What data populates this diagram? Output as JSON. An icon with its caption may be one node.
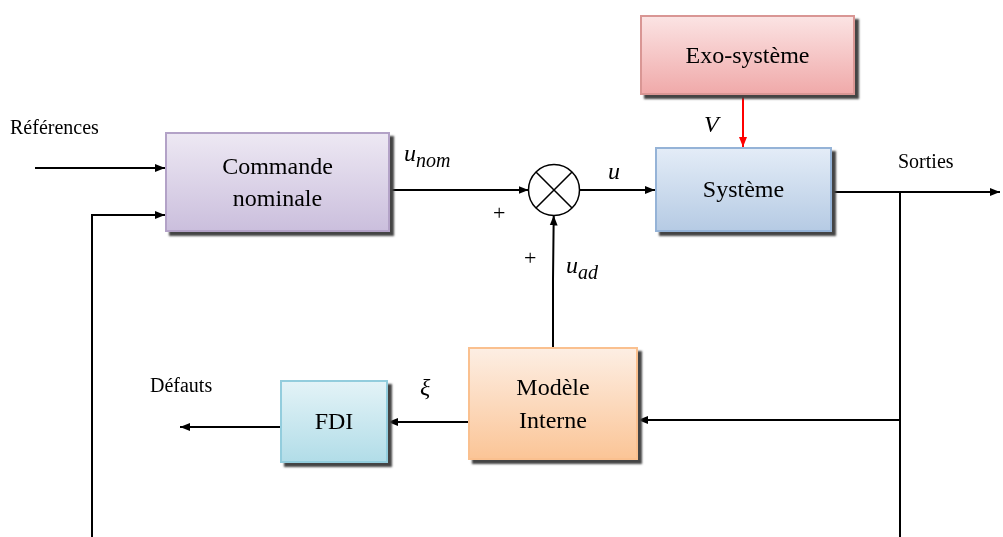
{
  "diagram": {
    "nodes": [
      {
        "text": [
          "Exo-système"
        ]
      },
      {
        "text": [
          "Commande nominale"
        ]
      },
      {
        "text": [],
        "shape": "circle"
      },
      {
        "text": [
          "Système"
        ]
      },
      {
        "text": [
          "Modèle Interne"
        ]
      },
      {
        "text": [
          "FDI"
        ]
      }
    ],
    "edges": [
      {
        "from": null,
        "to": 1,
        "arrow": "to",
        "label": "Références"
      },
      {
        "from": 1,
        "to": 2,
        "arrow": "to",
        "label": "u$_{nom}$"
      },
      {
        "from": 2,
        "to": 3,
        "arrow": "to",
        "label": "u"
      },
      {
        "from": 0,
        "to": 3,
        "arrow": "to",
        "label": "V",
        "color": "#ff0000"
      },
      {
        "from": 3,
        "to": null,
        "arrow": "to",
        "label": "Sorties"
      },
      {
        "from": 4,
        "to": 2,
        "arrow": "to",
        "label": "u$_{ad}$"
      },
      {
        "from": 3,
        "to": 4,
        "arrow": "to"
      },
      {
        "from": 3,
        "to": null,
        "arrow": "none"
      },
      {
        "from": null,
        "to": 1,
        "arrow": "to"
      },
      {
        "from": 4,
        "to": 5,
        "arrow": "to",
        "label": "ξ"
      },
      {
        "from": 5,
        "to": null,
        "arrow": "to",
        "label": "Défauts"
      }
    ],
    "labels": [
      "+",
      "+"
    ]
  }
}
